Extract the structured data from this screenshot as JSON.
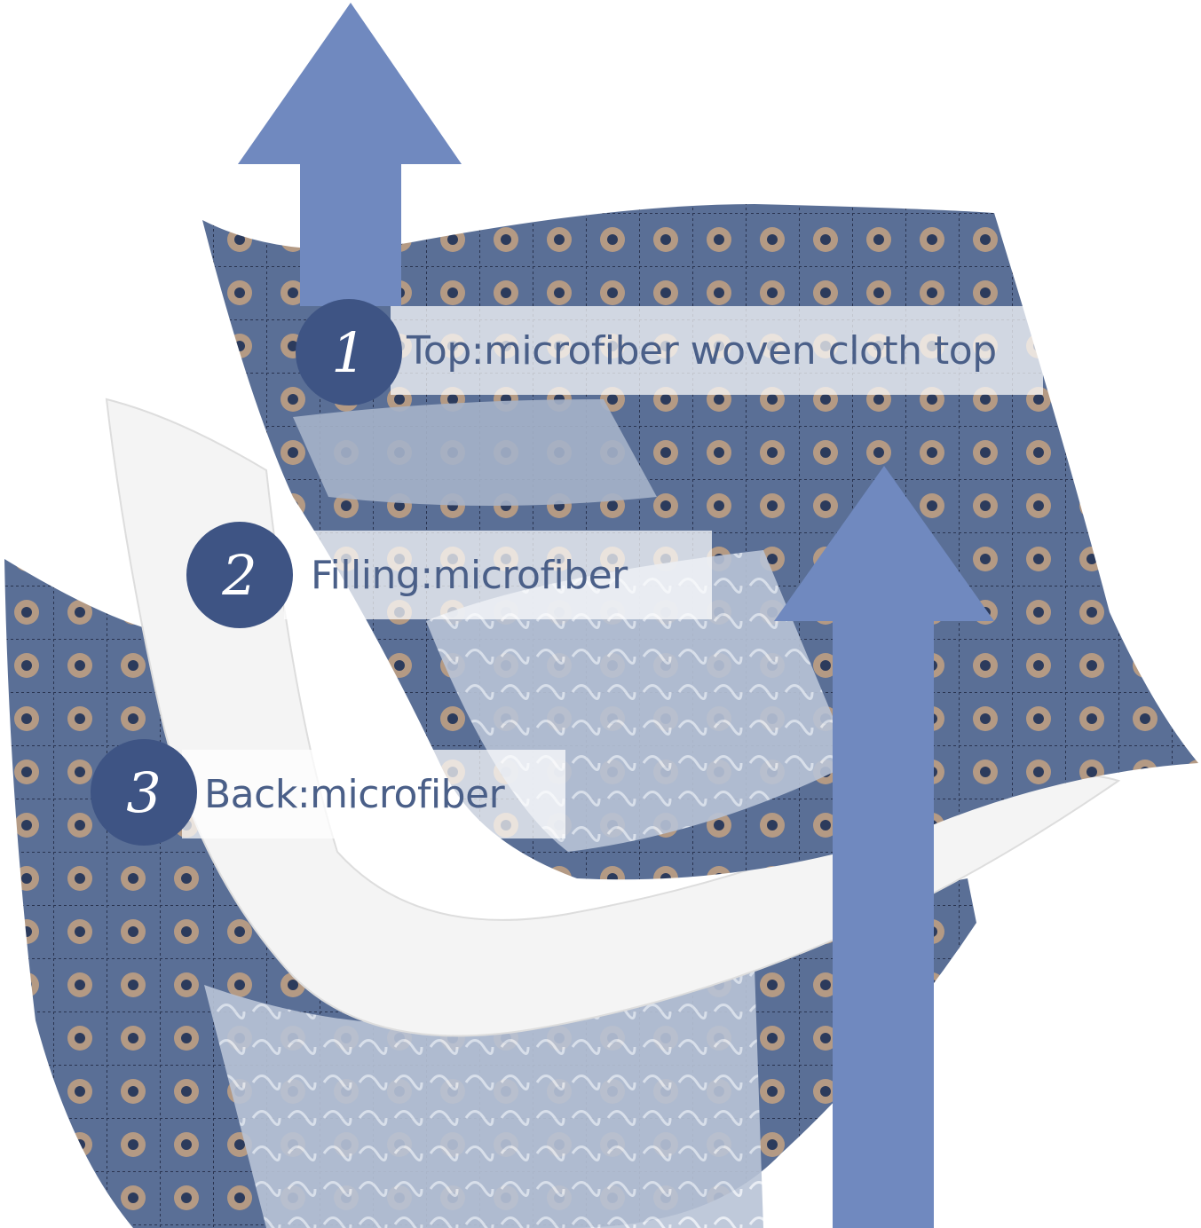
{
  "layers": [
    {
      "number": "1",
      "label": "Top:microfiber woven cloth top"
    },
    {
      "number": "2",
      "label": "Filling:microfiber"
    },
    {
      "number": "3",
      "label": "Back:microfiber"
    }
  ],
  "colors": {
    "arrow": "#7089bf",
    "badge": "#3e5484",
    "text": "#4a5f88",
    "quilt_dark": "#4b5f86",
    "quilt_light": "#a9b6cc",
    "filling": "#f4f4f4"
  }
}
